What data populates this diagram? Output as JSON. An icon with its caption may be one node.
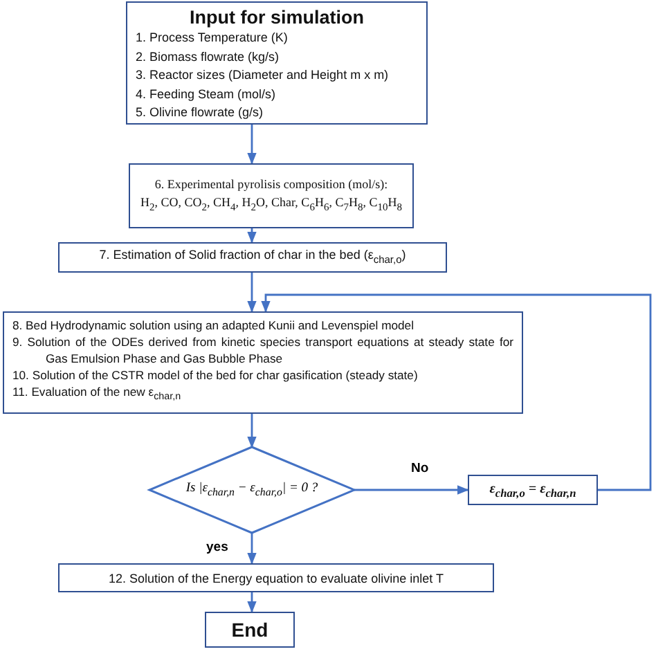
{
  "diagram": {
    "nodes": [
      {
        "text": [
          "Input for simulation",
          "1. Process Temperature (K)",
          "2. Biomass flowrate (kg/s)",
          "3. Reactor sizes (Diameter and Height m x m)",
          "4. Feeding Steam (mol/s)",
          "5. Olivine flowrate (g/s)"
        ]
      },
      {
        "text": [
          "6. Experimental pyrolisis composition (mol/s):",
          "H$_{2}$, CO, CO$_{2}$, CH$_{4}$, H$_{2}$O, Char, C$_{6}$H$_{6}$, C$_{7}$H$_{8}$, C$_{10}$H$_{8}$"
        ]
      },
      {
        "text": [
          "7. Estimation of Solid fraction of char in the bed (ε$_{char,o}$)"
        ]
      },
      {
        "text": [
          "8. Bed Hydrodynamic solution using an adapted Kunii and Levenspiel model",
          "9. Solution of the ODEs derived from kinetic species transport equations at steady state for Gas Emulsion Phase and Gas Bubble Phase",
          "10. Solution of the CSTR model of the bed for char gasification (steady state)",
          "11. Evaluation of the new ε$_{char,n}$"
        ]
      },
      {
        "text": [
          "Is |ε$_{char,n}$ − ε$_{char,o}$| = 0 ?"
        ]
      },
      {
        "text": [
          "ε$_{char,o}$ = ε$_{char,n}$"
        ]
      },
      {
        "text": [
          "12. Solution of the Energy equation to evaluate olivine inlet T"
        ]
      },
      {
        "text": [
          "End"
        ]
      }
    ],
    "edges": [
      {
        "from": 0,
        "to": 1,
        "arrow": "to"
      },
      {
        "from": 1,
        "to": 2,
        "arrow": "to"
      },
      {
        "from": 2,
        "to": 3,
        "arrow": "to"
      },
      {
        "from": 3,
        "to": 4,
        "arrow": "to"
      },
      {
        "from": 4,
        "to": 5,
        "arrow": "to",
        "label": "No"
      },
      {
        "from": 5,
        "to": 3,
        "arrow": "to"
      },
      {
        "from": 4,
        "to": 6,
        "arrow": "to",
        "label": "yes"
      },
      {
        "from": 6,
        "to": 7,
        "arrow": "to"
      }
    ]
  }
}
